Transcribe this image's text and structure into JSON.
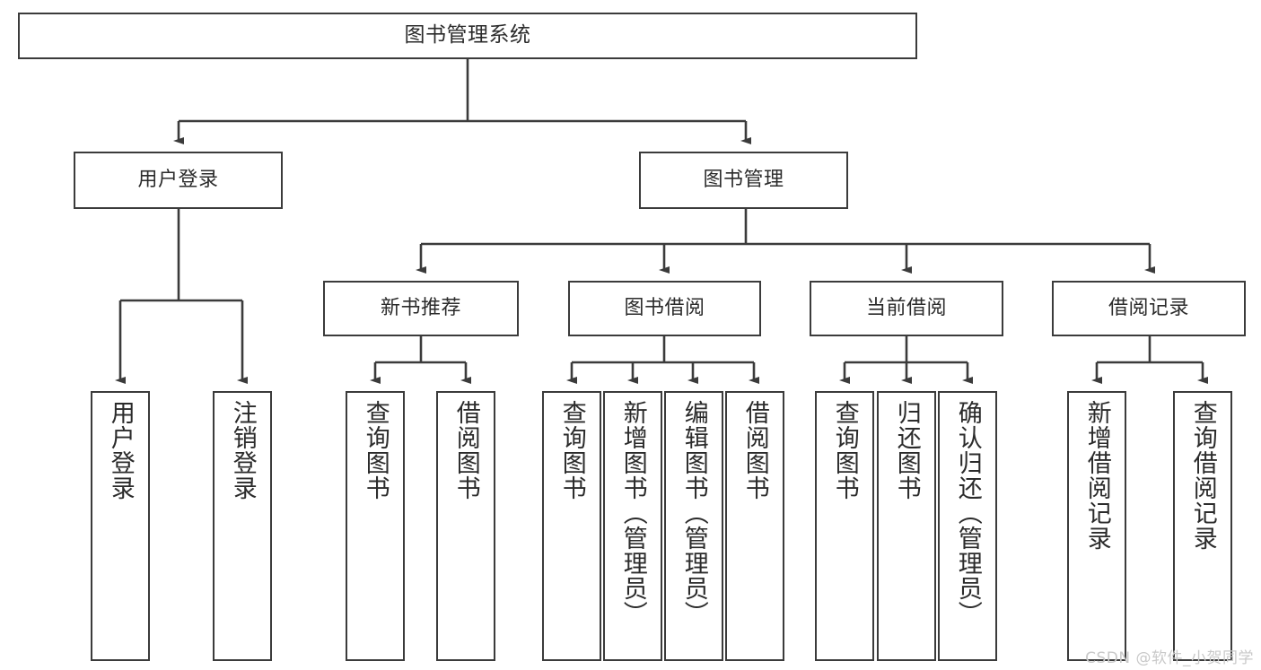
{
  "diagram": {
    "type": "tree",
    "title": "图书管理系统",
    "orientation": "top-down",
    "colors": {
      "background": "#ffffff",
      "box_fill": "#ffffff",
      "box_border": "#3b3b3b",
      "connector": "#3b3b3b",
      "text": "#2b2b2b",
      "watermark": "#c9c9c9"
    },
    "levels": {
      "root": {
        "label": "图书管理系统"
      },
      "level2": [
        {
          "label": "用户登录"
        },
        {
          "label": "图书管理"
        }
      ],
      "level3": [
        {
          "label": "新书推荐"
        },
        {
          "label": "图书借阅"
        },
        {
          "label": "当前借阅"
        },
        {
          "label": "借阅记录"
        }
      ],
      "leaves": {
        "user_login": [
          {
            "label": "用户登录"
          },
          {
            "label": "注销登录"
          }
        ],
        "new_book_recommend": [
          {
            "label": "查询图书"
          },
          {
            "label": "借阅图书"
          }
        ],
        "book_borrow": [
          {
            "label": "查询图书"
          },
          {
            "label": "新增图书（管理员）"
          },
          {
            "label": "编辑图书（管理员）"
          },
          {
            "label": "借阅图书"
          }
        ],
        "current_borrow": [
          {
            "label": "查询图书"
          },
          {
            "label": "归还图书"
          },
          {
            "label": "确认归还（管理员）"
          }
        ],
        "borrow_record": [
          {
            "label": "新增借阅记录"
          },
          {
            "label": "查询借阅记录"
          }
        ]
      }
    }
  },
  "watermark": {
    "text": "CSDN @软件_小贺同学"
  }
}
